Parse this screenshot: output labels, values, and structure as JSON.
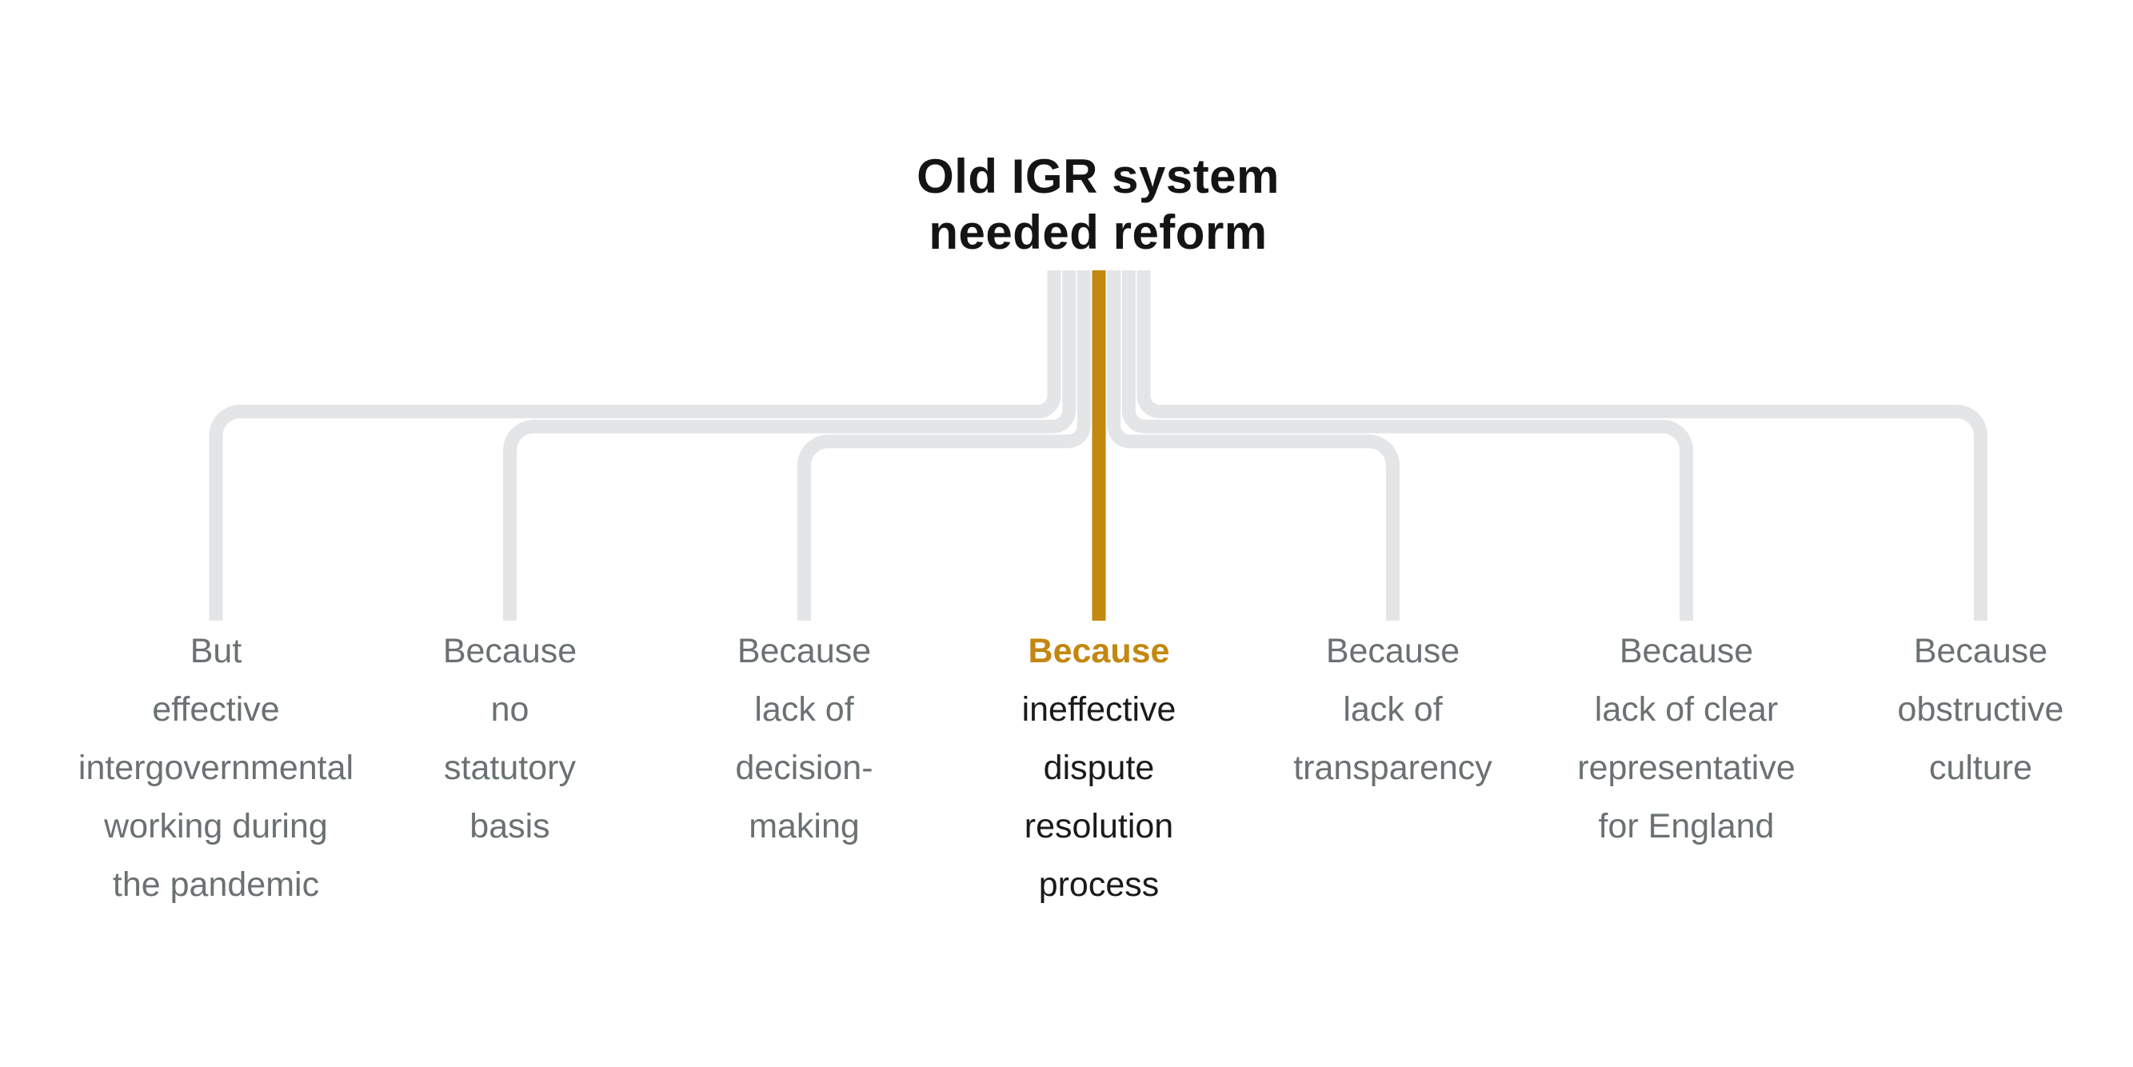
{
  "root": {
    "label": "Old IGR system\nneeded reform"
  },
  "children": [
    {
      "lines": [
        "But",
        "effective",
        "intergovernmental",
        "working during",
        "the pandemic"
      ],
      "highlighted": false
    },
    {
      "lines": [
        "Because",
        "no",
        "statutory",
        "basis"
      ],
      "highlighted": false
    },
    {
      "lines": [
        "Because",
        "lack of",
        "decision-",
        "making"
      ],
      "highlighted": false
    },
    {
      "lines": [
        "Because",
        "ineffective",
        "dispute",
        "resolution",
        "process"
      ],
      "highlighted": true
    },
    {
      "lines": [
        "Because",
        "lack of",
        "transparency"
      ],
      "highlighted": false
    },
    {
      "lines": [
        "Because",
        "lack of clear",
        "representative",
        "for England"
      ],
      "highlighted": false
    },
    {
      "lines": [
        "Because",
        "obstructive",
        "culture"
      ],
      "highlighted": false
    }
  ],
  "colors": {
    "highlight": "#c4870f",
    "connector_gray": "#e4e5e7",
    "label_gray": "#6b7173",
    "emphasis_text": "#1a1a1a",
    "title_text": "#141414"
  }
}
